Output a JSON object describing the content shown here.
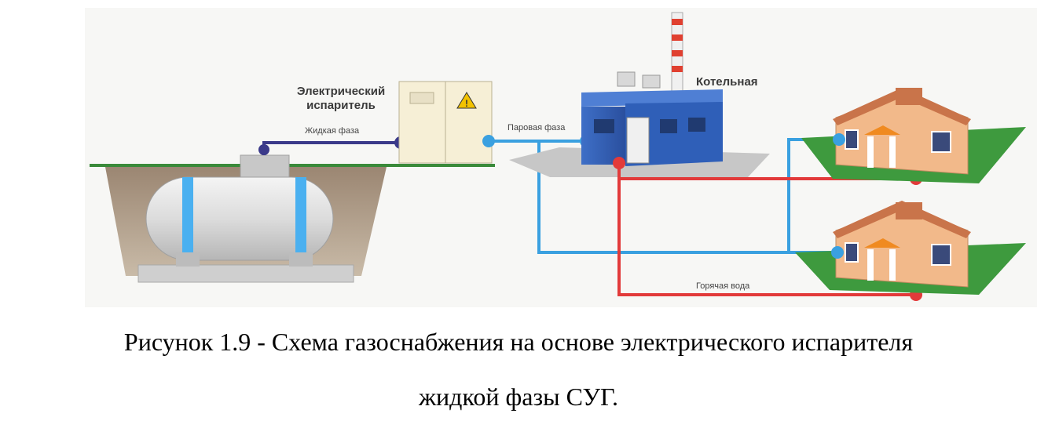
{
  "labels": {
    "evaporator_line1": "Электрический",
    "evaporator_line2": "испаритель",
    "boiler": "Котельная",
    "liquid_phase": "Жидкая фаза",
    "vapor_phase": "Паровая фаза",
    "hot_water": "Горячая вода"
  },
  "caption": {
    "line1": "Рисунок 1.9 - Схема газоснабжения на основе электрического испарителя",
    "line2": "жидкой фазы СУГ."
  },
  "colors": {
    "liquid_line": "#3b3a8a",
    "vapor_line": "#3aa0e0",
    "hot_water_line": "#e23a3a",
    "ground": "#3a8a3a",
    "building_blue": "#2f5fb8",
    "house_wall": "#f2b98a",
    "house_roof": "#c9744a"
  }
}
